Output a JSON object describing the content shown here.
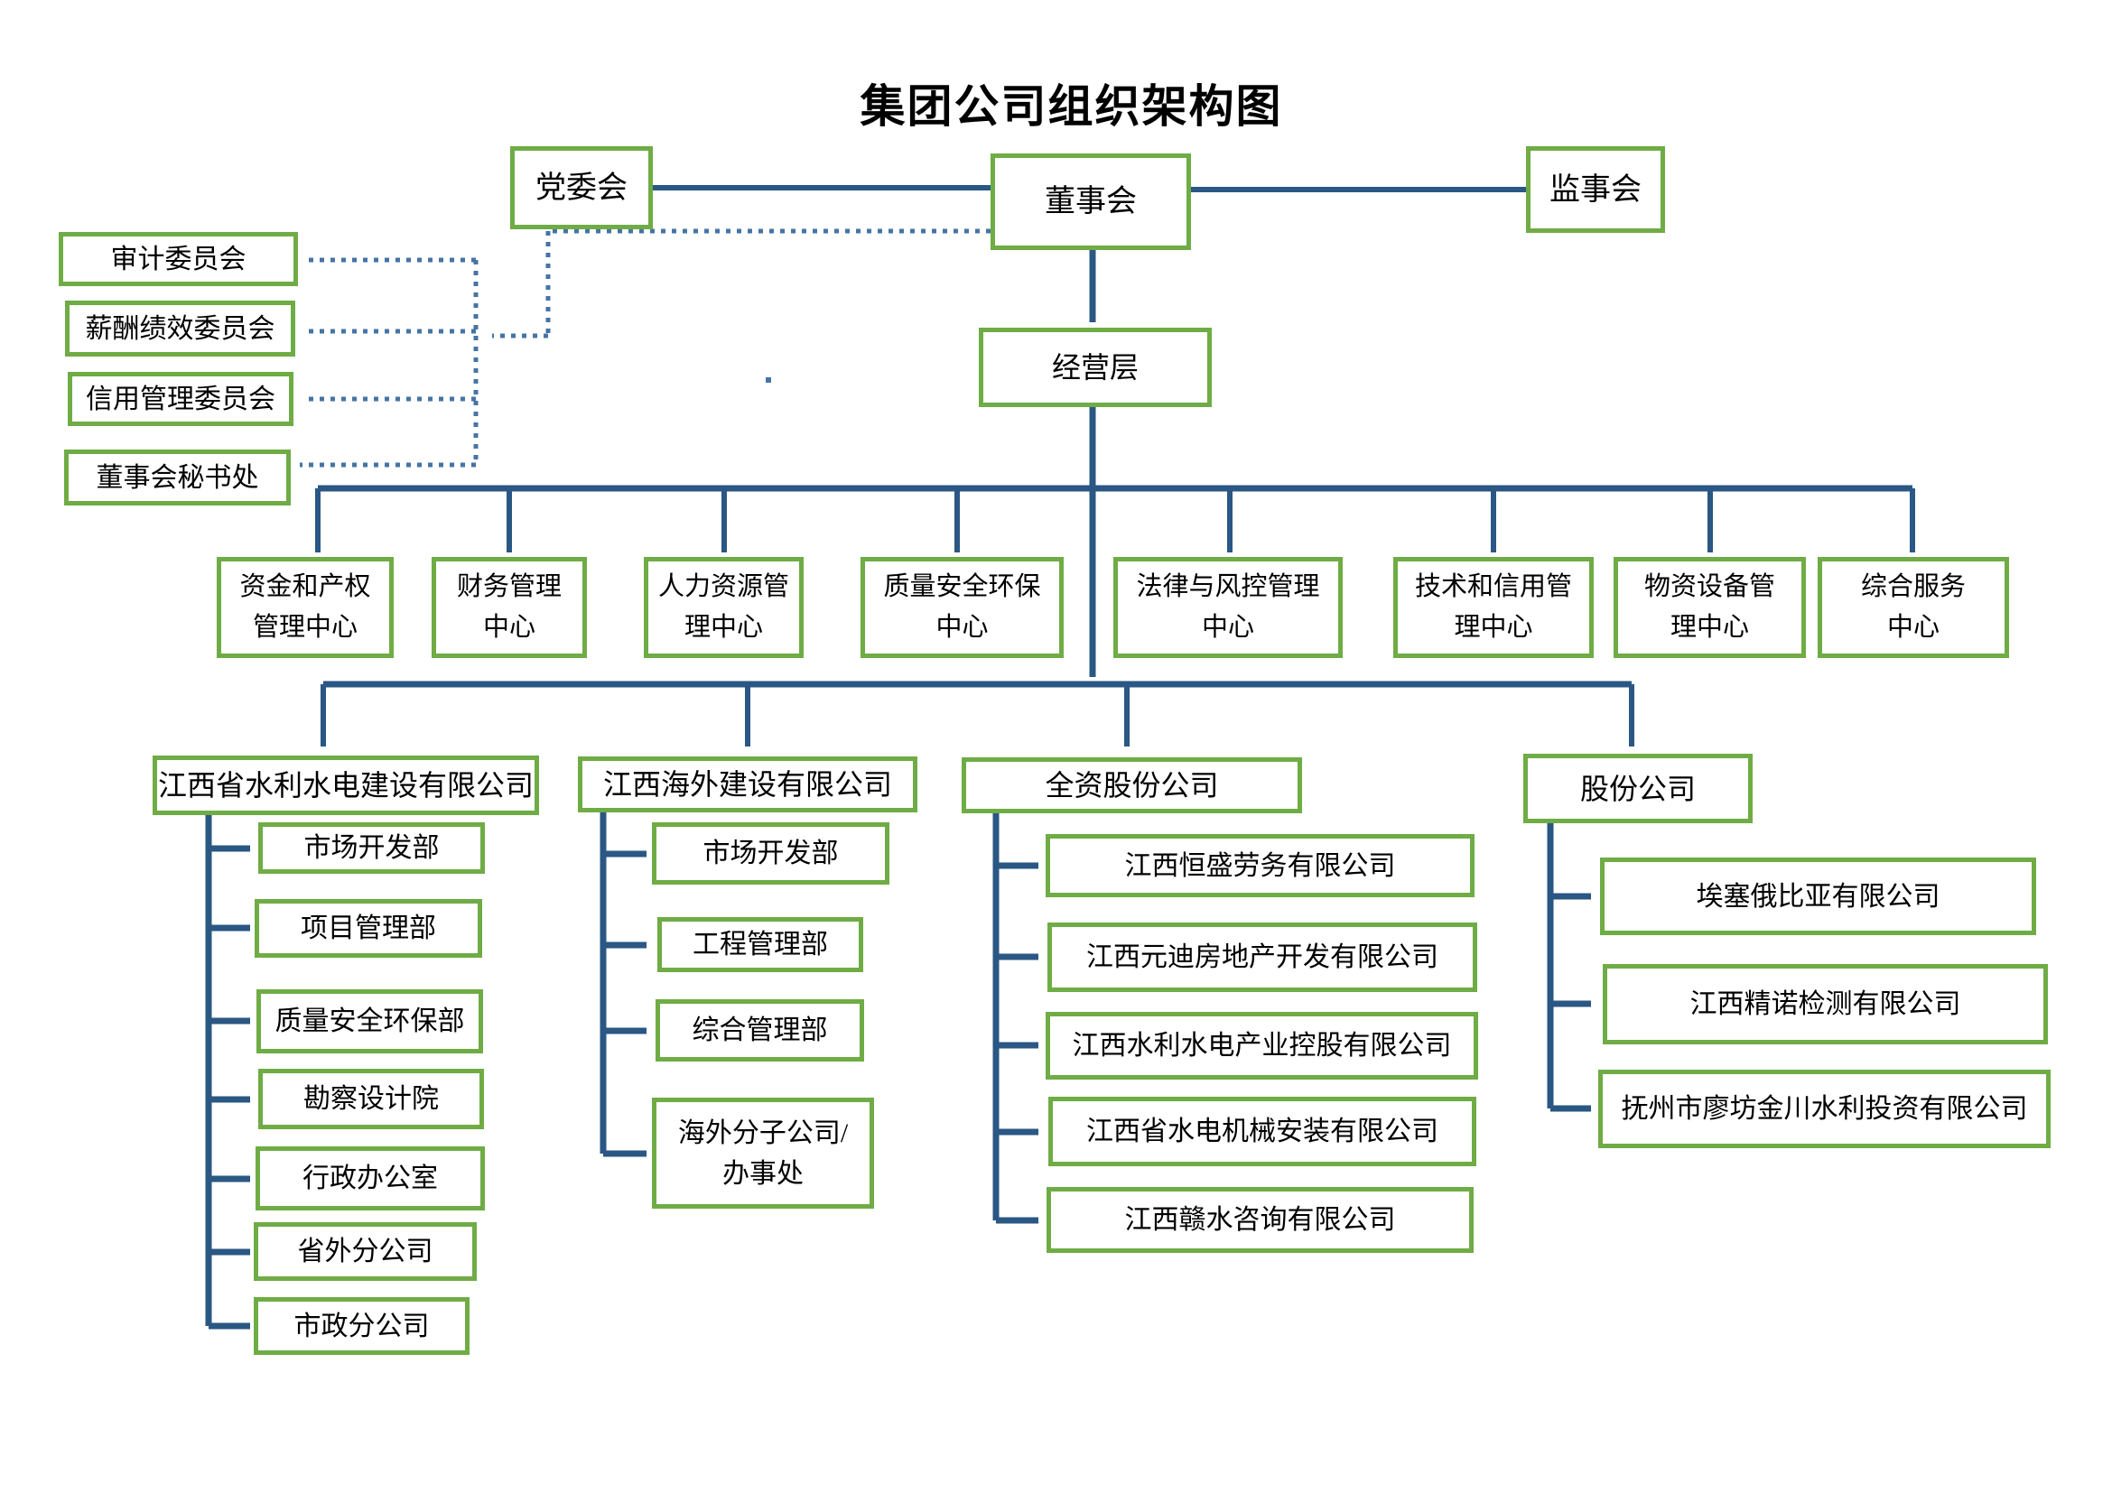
{
  "title": "集团公司组织架构图",
  "top_row": {
    "party_committee": "党委会",
    "board_of_directors": "董事会",
    "supervisory_board": "监事会"
  },
  "board_committees": [
    "审计委员会",
    "薪酬绩效委员会",
    "信用管理委员会",
    "董事会秘书处"
  ],
  "management_layer": "经营层",
  "centers": [
    "资金和产权\n管理中心",
    "财务管理\n中心",
    "人力资源管\n理中心",
    "质量安全环保\n中心",
    "法律与风控管理\n中心",
    "技术和信用管\n理中心",
    "物资设备管\n理中心",
    "综合服务\n中心"
  ],
  "subsidiary_groups": [
    {
      "name": "江西省水利水电建设有限公司",
      "children": [
        "市场开发部",
        "项目管理部",
        "质量安全环保部",
        "勘察设计院",
        "行政办公室",
        "省外分公司",
        "市政分公司"
      ]
    },
    {
      "name": "江西海外建设有限公司",
      "children": [
        "市场开发部",
        "工程管理部",
        "综合管理部",
        "海外分子公司/\n办事处"
      ]
    },
    {
      "name": "全资股份公司",
      "children": [
        "江西恒盛劳务有限公司",
        "江西元迪房地产开发有限公司",
        "江西水利水电产业控股有限公司",
        "江西省水电机械安装有限公司",
        "江西赣水咨询有限公司"
      ]
    },
    {
      "name": "股份公司",
      "children": [
        "埃塞俄比亚有限公司",
        "江西精诺检测有限公司",
        "抚州市廖坊金川水利投资有限公司"
      ]
    }
  ],
  "colors": {
    "box_border": "#6FAC45",
    "solid_line": "#2A5783",
    "dotted_line": "#4674A5",
    "text": "#000000",
    "background": "#FFFFFF"
  }
}
